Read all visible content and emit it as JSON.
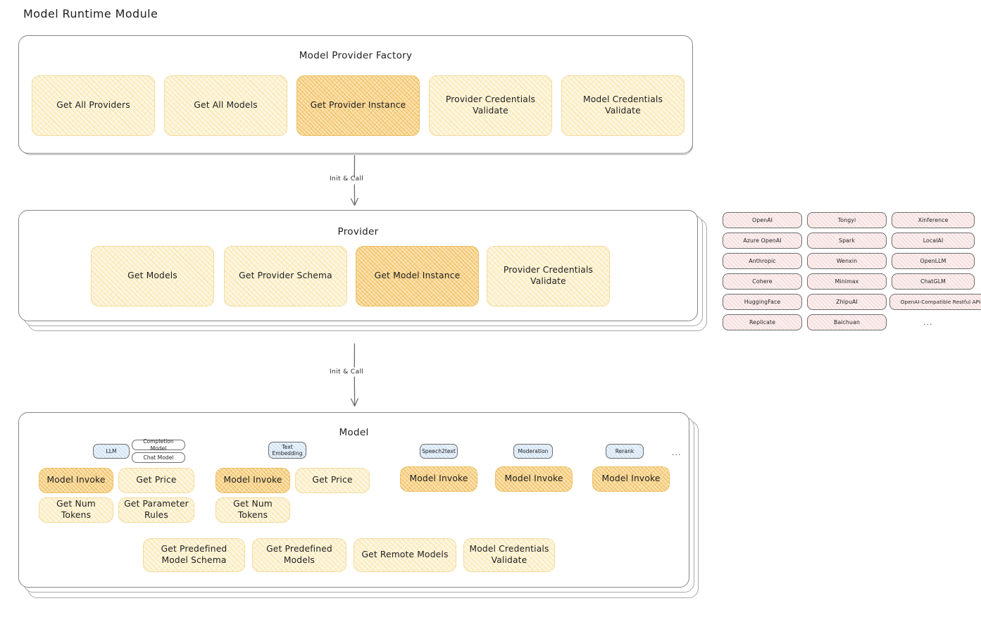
{
  "page": {
    "title": "Model Runtime Module"
  },
  "factory": {
    "title": "Model Provider Factory",
    "items": [
      {
        "label": "Get All Providers",
        "highlight": false
      },
      {
        "label": "Get All Models",
        "highlight": false
      },
      {
        "label": "Get Provider Instance",
        "highlight": true
      },
      {
        "label": "Provider Credentials Validate",
        "highlight": false
      },
      {
        "label": "Model Credentials Validate",
        "highlight": false
      }
    ]
  },
  "arrows": [
    {
      "label": "Init & Call"
    },
    {
      "label": "Init & Call"
    }
  ],
  "provider": {
    "title": "Provider",
    "items": [
      {
        "label": "Get Models",
        "highlight": false
      },
      {
        "label": "Get Provider Schema",
        "highlight": false
      },
      {
        "label": "Get Model Instance",
        "highlight": true
      },
      {
        "label": "Provider Credentials Validate",
        "highlight": false
      }
    ]
  },
  "provider_list": {
    "columns": [
      {
        "items": [
          "OpenAI",
          "Azure OpenAI",
          "Anthropic",
          "Cohere",
          "HuggingFace",
          "Replicate"
        ]
      },
      {
        "items": [
          "Tongyi",
          "Spark",
          "Wenxin",
          "Minimax",
          "ZhipuAI",
          "Baichuan"
        ]
      },
      {
        "items": [
          "Xinference",
          "LocalAI",
          "OpenLLM",
          "ChatGLM",
          "OpenAI-Compatible Restful API"
        ]
      }
    ],
    "more": "..."
  },
  "model": {
    "title": "Model",
    "more": "...",
    "types": [
      {
        "tag": "LLM",
        "subtags": [
          "Completion Model",
          "Chat Model"
        ],
        "methods": [
          {
            "label": "Model Invoke",
            "highlight": true
          },
          {
            "label": "Get Price",
            "highlight": false
          },
          {
            "label": "Get Num Tokens",
            "highlight": false
          },
          {
            "label": "Get Parameter Rules",
            "highlight": false
          }
        ]
      },
      {
        "tag": "Text Embedding",
        "subtags": [],
        "methods": [
          {
            "label": "Model Invoke",
            "highlight": true
          },
          {
            "label": "Get Price",
            "highlight": false
          },
          {
            "label": "Get Num Tokens",
            "highlight": false
          }
        ]
      },
      {
        "tag": "Speech2text",
        "subtags": [],
        "methods": [
          {
            "label": "Model Invoke",
            "highlight": true
          }
        ]
      },
      {
        "tag": "Moderation",
        "subtags": [],
        "methods": [
          {
            "label": "Model Invoke",
            "highlight": true
          }
        ]
      },
      {
        "tag": "Rerank",
        "subtags": [],
        "methods": [
          {
            "label": "Model Invoke",
            "highlight": true
          }
        ]
      }
    ],
    "common_methods": [
      {
        "label": "Get Predefined Model Schema"
      },
      {
        "label": "Get Predefined Models"
      },
      {
        "label": "Get Remote Models"
      },
      {
        "label": "Model Credentials Validate"
      }
    ]
  },
  "colors": {
    "chip_fill": "#fdf6e0",
    "chip_border": "#e9c46a",
    "chip_highlight_fill": "#fbe3b0",
    "chip_highlight_border": "#e0a93a",
    "tag_fill": "#e8f1fa",
    "provider_chip_fill": "#fbeeee",
    "card_border": "#868686",
    "text": "#1e1e1e"
  }
}
